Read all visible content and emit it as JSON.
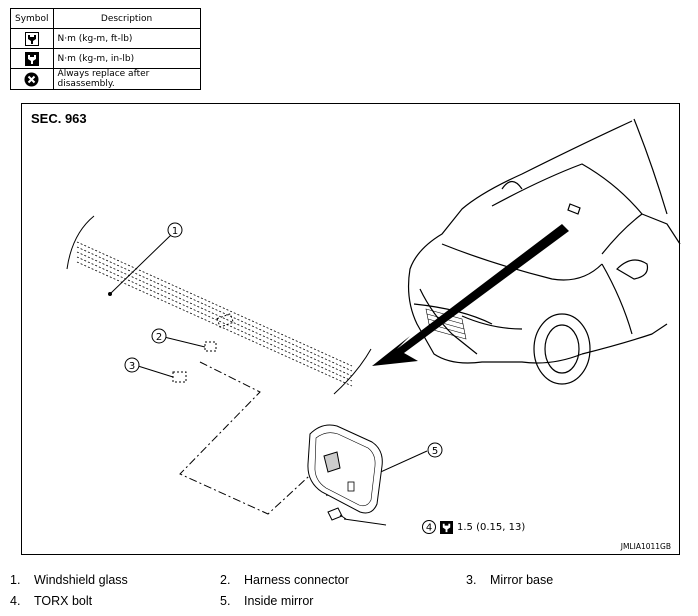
{
  "legend": {
    "header_symbol": "Symbol",
    "header_description": "Description",
    "rows": [
      {
        "icon": "torque-wrench-ftlb-icon",
        "description": "N·m (kg-m, ft-lb)"
      },
      {
        "icon": "torque-wrench-inlb-icon",
        "description": "N·m (kg-m, in-lb)"
      },
      {
        "icon": "always-replace-icon",
        "description": "Always replace after disassembly."
      }
    ]
  },
  "diagram": {
    "section": "SEC. 963",
    "figure_id": "JMLIA1011GB",
    "callouts": [
      "1",
      "2",
      "3",
      "4",
      "5"
    ],
    "torque_spec": "1.5 (0.15, 13)"
  },
  "parts": [
    {
      "num": "1.",
      "name": "Windshield glass"
    },
    {
      "num": "2.",
      "name": "Harness connector"
    },
    {
      "num": "3.",
      "name": "Mirror base"
    },
    {
      "num": "4.",
      "name": "TORX bolt"
    },
    {
      "num": "5.",
      "name": "Inside mirror"
    }
  ]
}
